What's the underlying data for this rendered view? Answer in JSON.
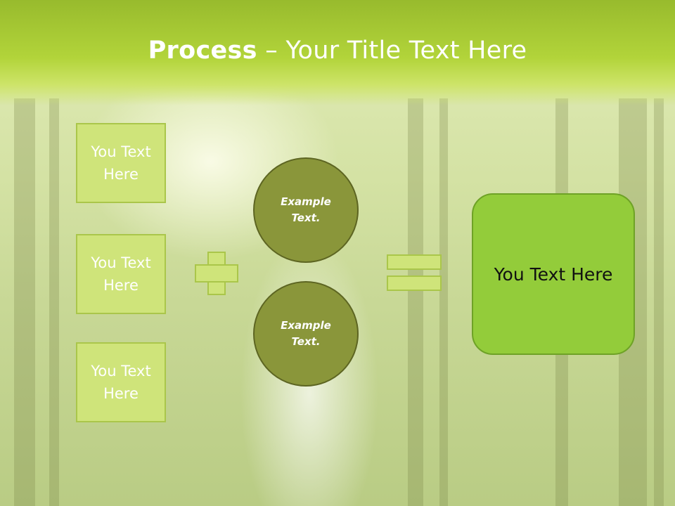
{
  "header": {
    "title_bold": "Process",
    "title_rest": " – Your Title Text Here"
  },
  "left_boxes": [
    {
      "label": "You Text\nHere"
    },
    {
      "label": "You Text\nHere"
    },
    {
      "label": "You Text\nHere"
    }
  ],
  "circles": [
    {
      "label": "Example\nText."
    },
    {
      "label": "Example\nText."
    }
  ],
  "result": {
    "label": "You Text Here"
  },
  "icons": {
    "plus": "plus-icon",
    "equals": "equals-icon"
  },
  "colors": {
    "header": "#a9cc34",
    "box_fill": "#cfe47a",
    "circle_fill": "#8a963a",
    "result_fill": "#93cc3a"
  }
}
